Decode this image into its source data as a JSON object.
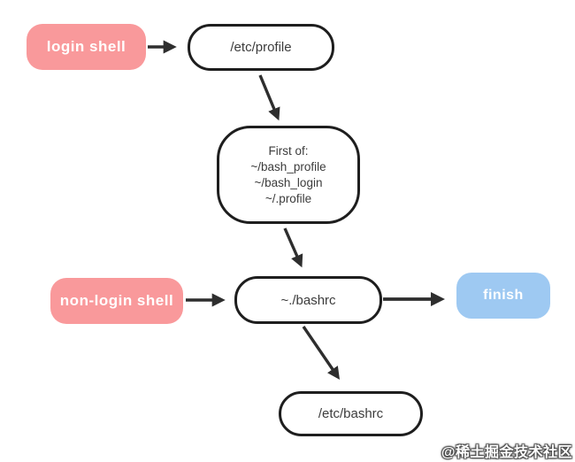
{
  "nodes": {
    "login_shell": {
      "label": "login shell",
      "kind": "start"
    },
    "etc_profile": {
      "label": "/etc/profile",
      "kind": "process"
    },
    "first_of": {
      "lines": [
        "First of:",
        "~/bash_profile",
        "~/bash_login",
        "~/.profile"
      ],
      "kind": "process"
    },
    "non_login_shell": {
      "label": "non-login shell",
      "kind": "start"
    },
    "bashrc": {
      "label": "~./bashrc",
      "kind": "process"
    },
    "finish": {
      "label": "finish",
      "kind": "end"
    },
    "etc_bashrc": {
      "label": "/etc/bashrc",
      "kind": "process"
    }
  },
  "edges": [
    {
      "from": "login_shell",
      "to": "etc_profile"
    },
    {
      "from": "etc_profile",
      "to": "first_of"
    },
    {
      "from": "first_of",
      "to": "bashrc"
    },
    {
      "from": "non_login_shell",
      "to": "bashrc"
    },
    {
      "from": "bashrc",
      "to": "finish"
    },
    {
      "from": "bashrc",
      "to": "etc_bashrc"
    }
  ],
  "colors": {
    "start_node": "#f9999b",
    "end_node": "#9ec9f2",
    "node_border": "#1e1e1e",
    "node_text": "#3c3c3c",
    "arrow": "#2e2e2e"
  },
  "watermark": "@稀土掘金技术社区"
}
